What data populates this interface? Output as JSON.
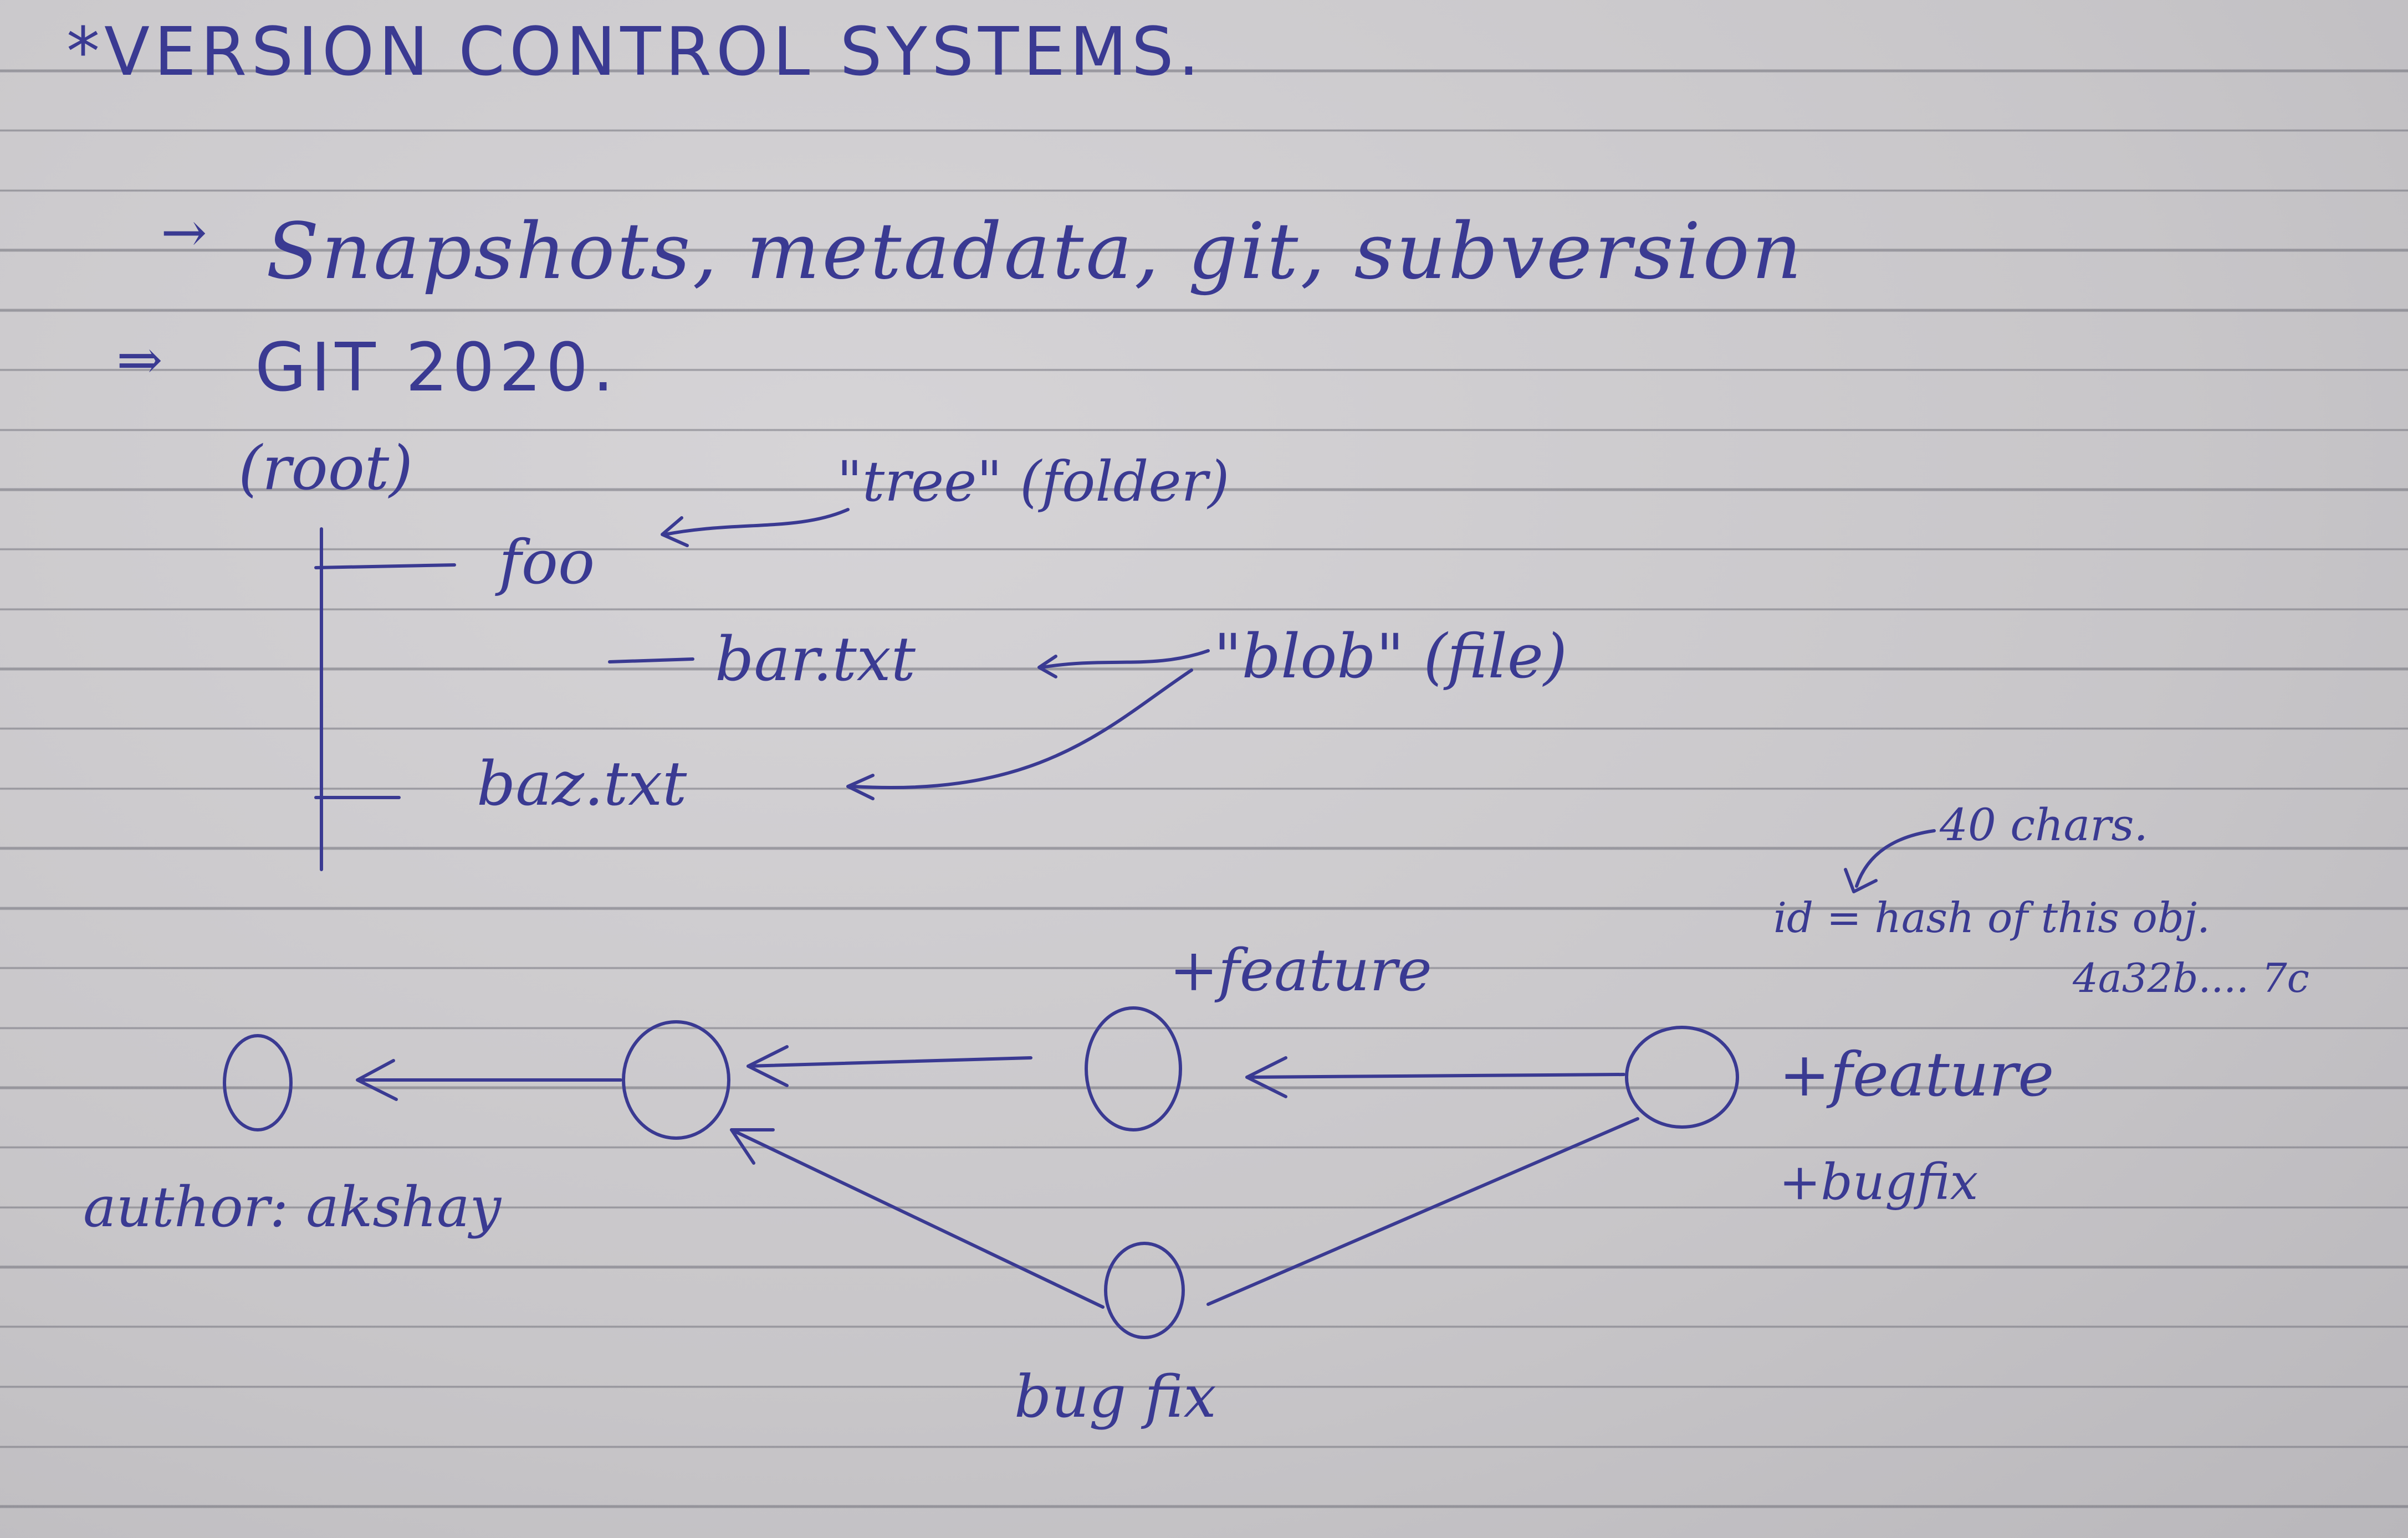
{
  "notes": {
    "title": "*VERSION CONTROL SYSTEMS.",
    "bullet_marker_1": "→",
    "bullet_1": "Snapshots, metadata, git, subversion",
    "bullet_marker_2": "⇒",
    "bullet_2": "GIT 2020.",
    "tree": {
      "root_label": "(root)",
      "folder_name": "foo",
      "file_1": "bar.txt",
      "file_2": "baz.txt",
      "tree_annotation": "\"tree\" (folder)",
      "blob_annotation": "\"blob\" (file)"
    },
    "graph": {
      "hash_length_note": "40 chars.",
      "id_note": "id = hash of this obj.",
      "hash_example": "4a32b.... 7c",
      "commit_3_label": "+feature",
      "commit_4_label_1": "+feature",
      "commit_4_label_2": "+bugfix",
      "commit_1_label": "author: akshay",
      "branch_label": "bug fix"
    }
  }
}
